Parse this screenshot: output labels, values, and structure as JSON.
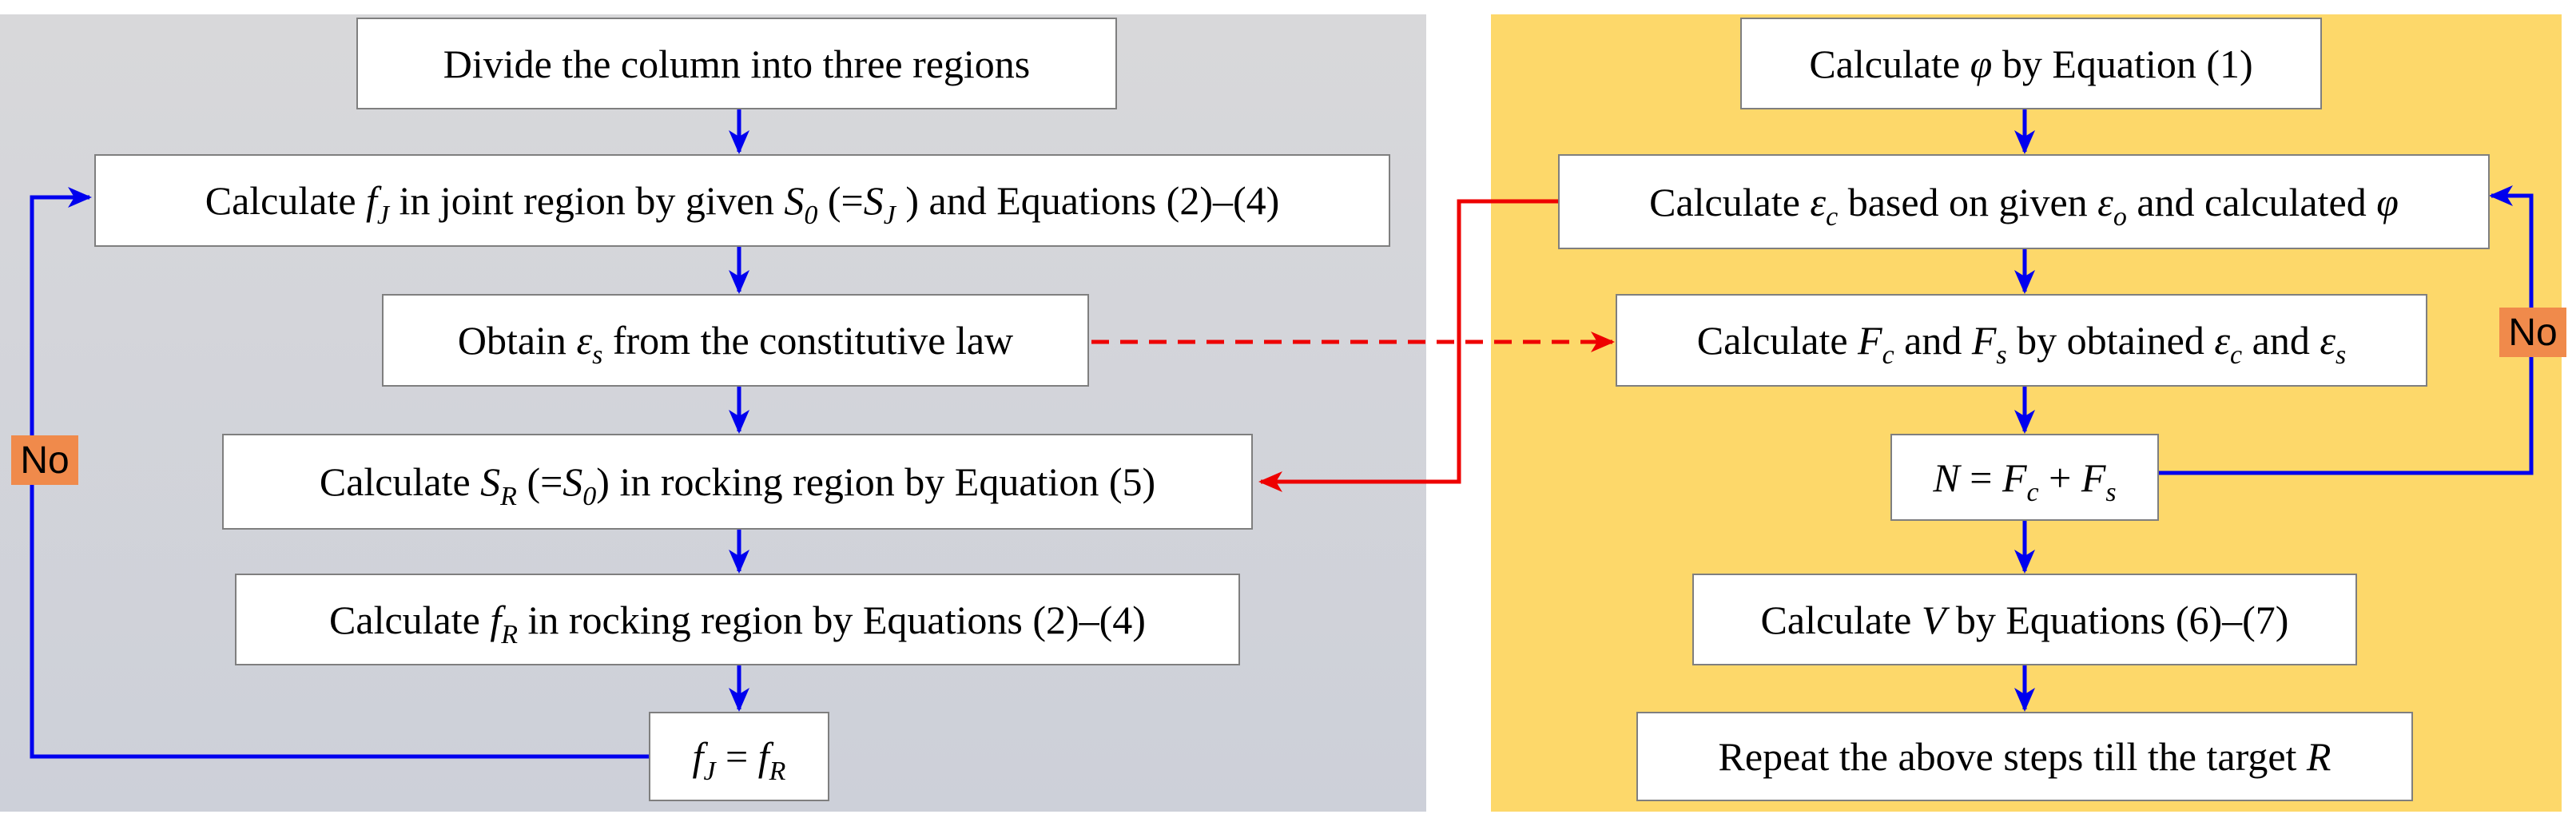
{
  "colors": {
    "left_panel": "#d4d5d9",
    "right_panel": "#fdd86a",
    "box_border": "#7f7f7f",
    "flow_arrow": "#0000ee",
    "feedback_arrow": "#ee0000",
    "no_badge": "#f08a4b"
  },
  "left": {
    "step1": "Divide the column into three regions",
    "step2": {
      "p1": "Calculate ",
      "v1": "f",
      "s1": "J",
      "p2": " in joint region by given ",
      "v2": "S",
      "s2": "0",
      "p3": " (=",
      "v3": "S",
      "s3": "J",
      "p4": " ) and Equations (2)–(4)"
    },
    "step3": {
      "p1": "Obtain ",
      "v1": "ε",
      "s1": "s",
      "p2": " from the constitutive law"
    },
    "step4": {
      "p1": "Calculate ",
      "v1": "S",
      "s1": "R",
      "p2": " (=",
      "v2": "S",
      "s2": "0",
      "p3": ") in rocking region by Equation (5)"
    },
    "step5": {
      "p1": "Calculate ",
      "v1": "f",
      "s1": "R",
      "p2": " in rocking region by Equations (2)–(4)"
    },
    "step6": {
      "v1": "f",
      "s1": "J",
      "p1": " = ",
      "v2": "f",
      "s2": "R"
    },
    "no_label": "No"
  },
  "right": {
    "step1": {
      "p1": "Calculate ",
      "v1": "φ",
      "p2": " by Equation (1)"
    },
    "step2": {
      "p1": "Calculate ",
      "v1": "ε",
      "s1": "c",
      "p2": " based on given ",
      "v2": "ε",
      "s2": "o",
      "p3": " and calculated ",
      "v3": "φ"
    },
    "step3": {
      "p1": "Calculate ",
      "v1": "F",
      "s1": "c",
      "p2": " and ",
      "v2": "F",
      "s2": "s",
      "p3": " by obtained ",
      "v3": "ε",
      "s3": "c",
      "p4": " and ",
      "v4": "ε",
      "s4": "s"
    },
    "step4": {
      "v1": "N",
      "p1": " = ",
      "v2": "F",
      "s2": "c",
      "p2": " + ",
      "v3": "F",
      "s3": "s"
    },
    "step5": {
      "p1": "Calculate ",
      "v1": "V",
      "p2": " by Equations (6)–(7)"
    },
    "step6": {
      "p1": "Repeat the above steps till the target ",
      "v1": "R"
    },
    "no_label": "No"
  }
}
